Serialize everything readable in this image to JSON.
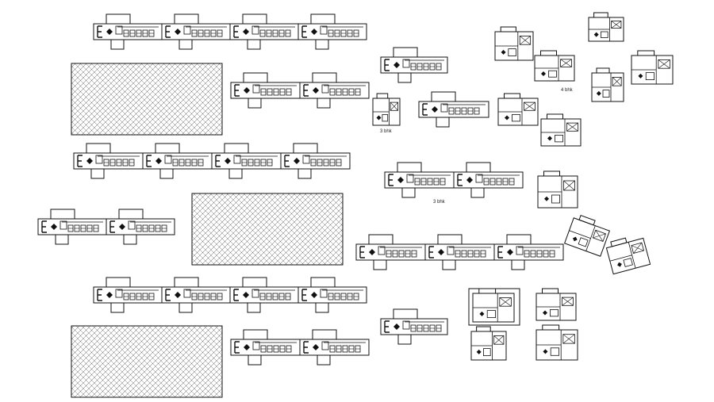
{
  "labels": {
    "three_bhk_small": "3 bhk",
    "three_bhk_block": "3 bhk",
    "four_bhk": "4 bhk"
  }
}
